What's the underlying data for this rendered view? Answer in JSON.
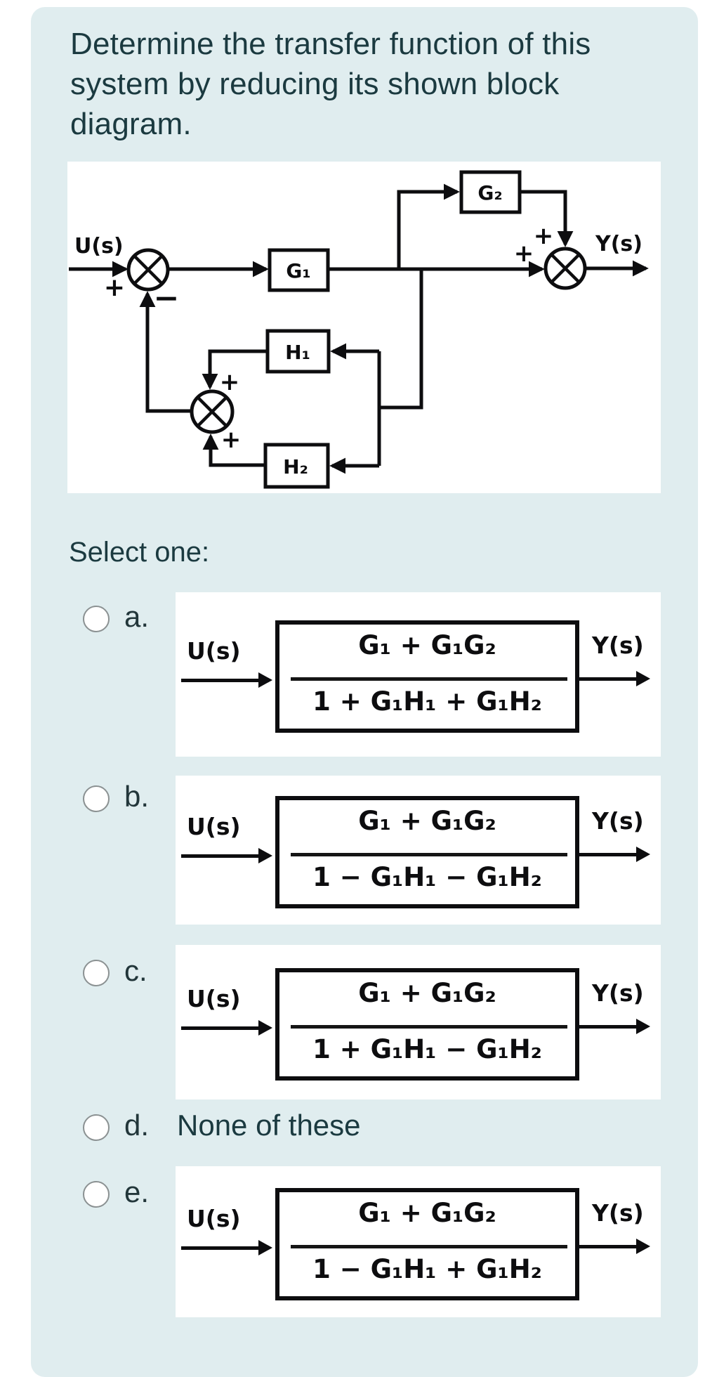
{
  "question": "Determine the transfer function of this system by reducing its shown block diagram.",
  "select_prompt": "Select one:",
  "block_diagram": {
    "input_label": "U(s)",
    "output_label": "Y(s)",
    "blocks": {
      "g1": "G₁",
      "g2": "G₂",
      "h1": "H₁",
      "h2": "H₂"
    },
    "signs": {
      "input_plus": "+",
      "feedback_minus": "−",
      "output_top_plus": "+",
      "output_left_plus": "+",
      "fb_sum_top_plus": "+",
      "fb_sum_bottom_plus": "+"
    }
  },
  "options": [
    {
      "letter": "a.",
      "kind": "diagram",
      "input_label": "U(s)",
      "output_label": "Y(s)",
      "numerator": "G₁ + G₁G₂",
      "denominator": "1 + G₁H₁ + G₁H₂"
    },
    {
      "letter": "b.",
      "kind": "diagram",
      "input_label": "U(s)",
      "output_label": "Y(s)",
      "numerator": "G₁ + G₁G₂",
      "denominator": "1 − G₁H₁ − G₁H₂"
    },
    {
      "letter": "c.",
      "kind": "diagram",
      "input_label": "U(s)",
      "output_label": "Y(s)",
      "numerator": "G₁ + G₁G₂",
      "denominator": "1 + G₁H₁ − G₁H₂"
    },
    {
      "letter": "d.",
      "kind": "text",
      "text": "None of these"
    },
    {
      "letter": "e.",
      "kind": "diagram",
      "input_label": "U(s)",
      "output_label": "Y(s)",
      "numerator": "G₁ + G₁G₂",
      "denominator": "1 − G₁H₁ + G₁H₂"
    }
  ]
}
